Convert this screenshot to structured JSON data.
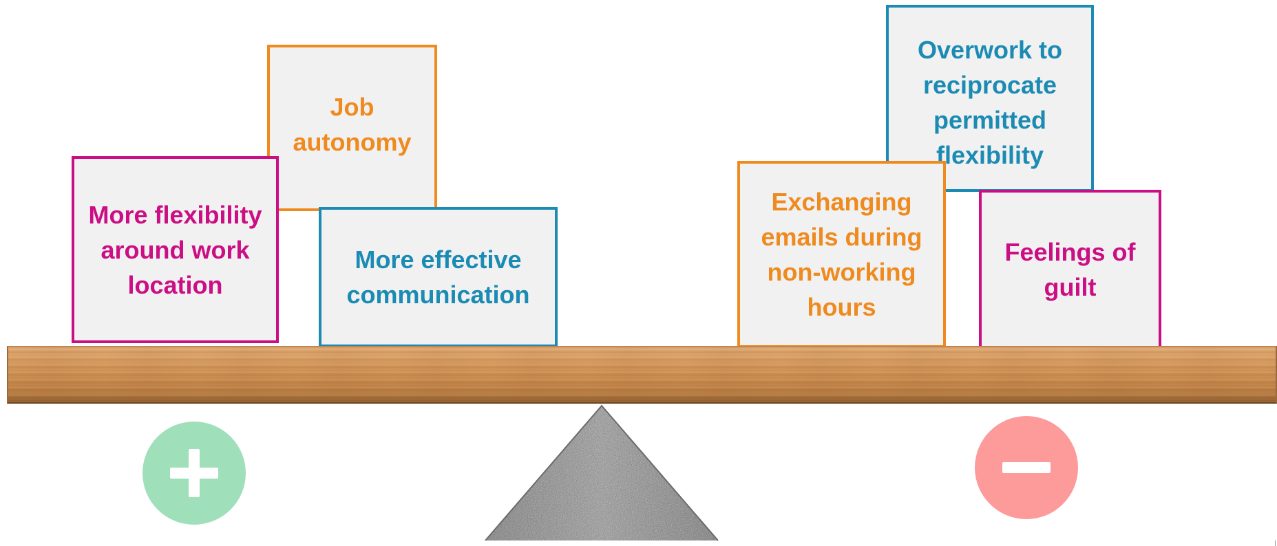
{
  "colors": {
    "magenta": "#cc0e84",
    "orange": "#ef8a1f",
    "blue": "#1b8bb4",
    "plus_circle": "#9fdfb9",
    "minus_circle": "#fd9a9a"
  },
  "icons": {
    "plus": "plus-icon",
    "minus": "minus-icon",
    "fulcrum": "triangle-stone-fulcrum"
  },
  "positives": {
    "more_flexibility": "More flexibility around work location",
    "job_autonomy": "Job autonomy",
    "effective_communication": "More effective communication"
  },
  "negatives": {
    "overwork": "Overwork to reciprocate permitted flexibility",
    "exchanging_emails": "Exchanging emails during non-working hours",
    "feelings_of_guilt": "Feelings of guilt"
  }
}
